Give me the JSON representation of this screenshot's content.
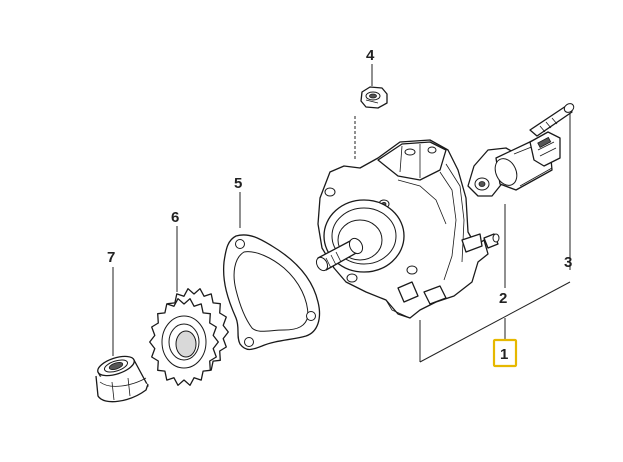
{
  "callouts": {
    "c1": "1",
    "c2": "2",
    "c3": "3",
    "c4": "4",
    "c5": "5",
    "c6": "6",
    "c7": "7"
  },
  "colors": {
    "highlight": "#e6b800",
    "ink": "#1a1a1a"
  },
  "icons": {
    "high-pressure-pump": "pump-icon",
    "pressure-valve": "valve-icon",
    "bolt": "bolt-icon",
    "nut": "nut-icon",
    "gasket": "gasket-icon",
    "sprocket": "sprocket-icon",
    "sleeve": "sleeve-icon"
  }
}
